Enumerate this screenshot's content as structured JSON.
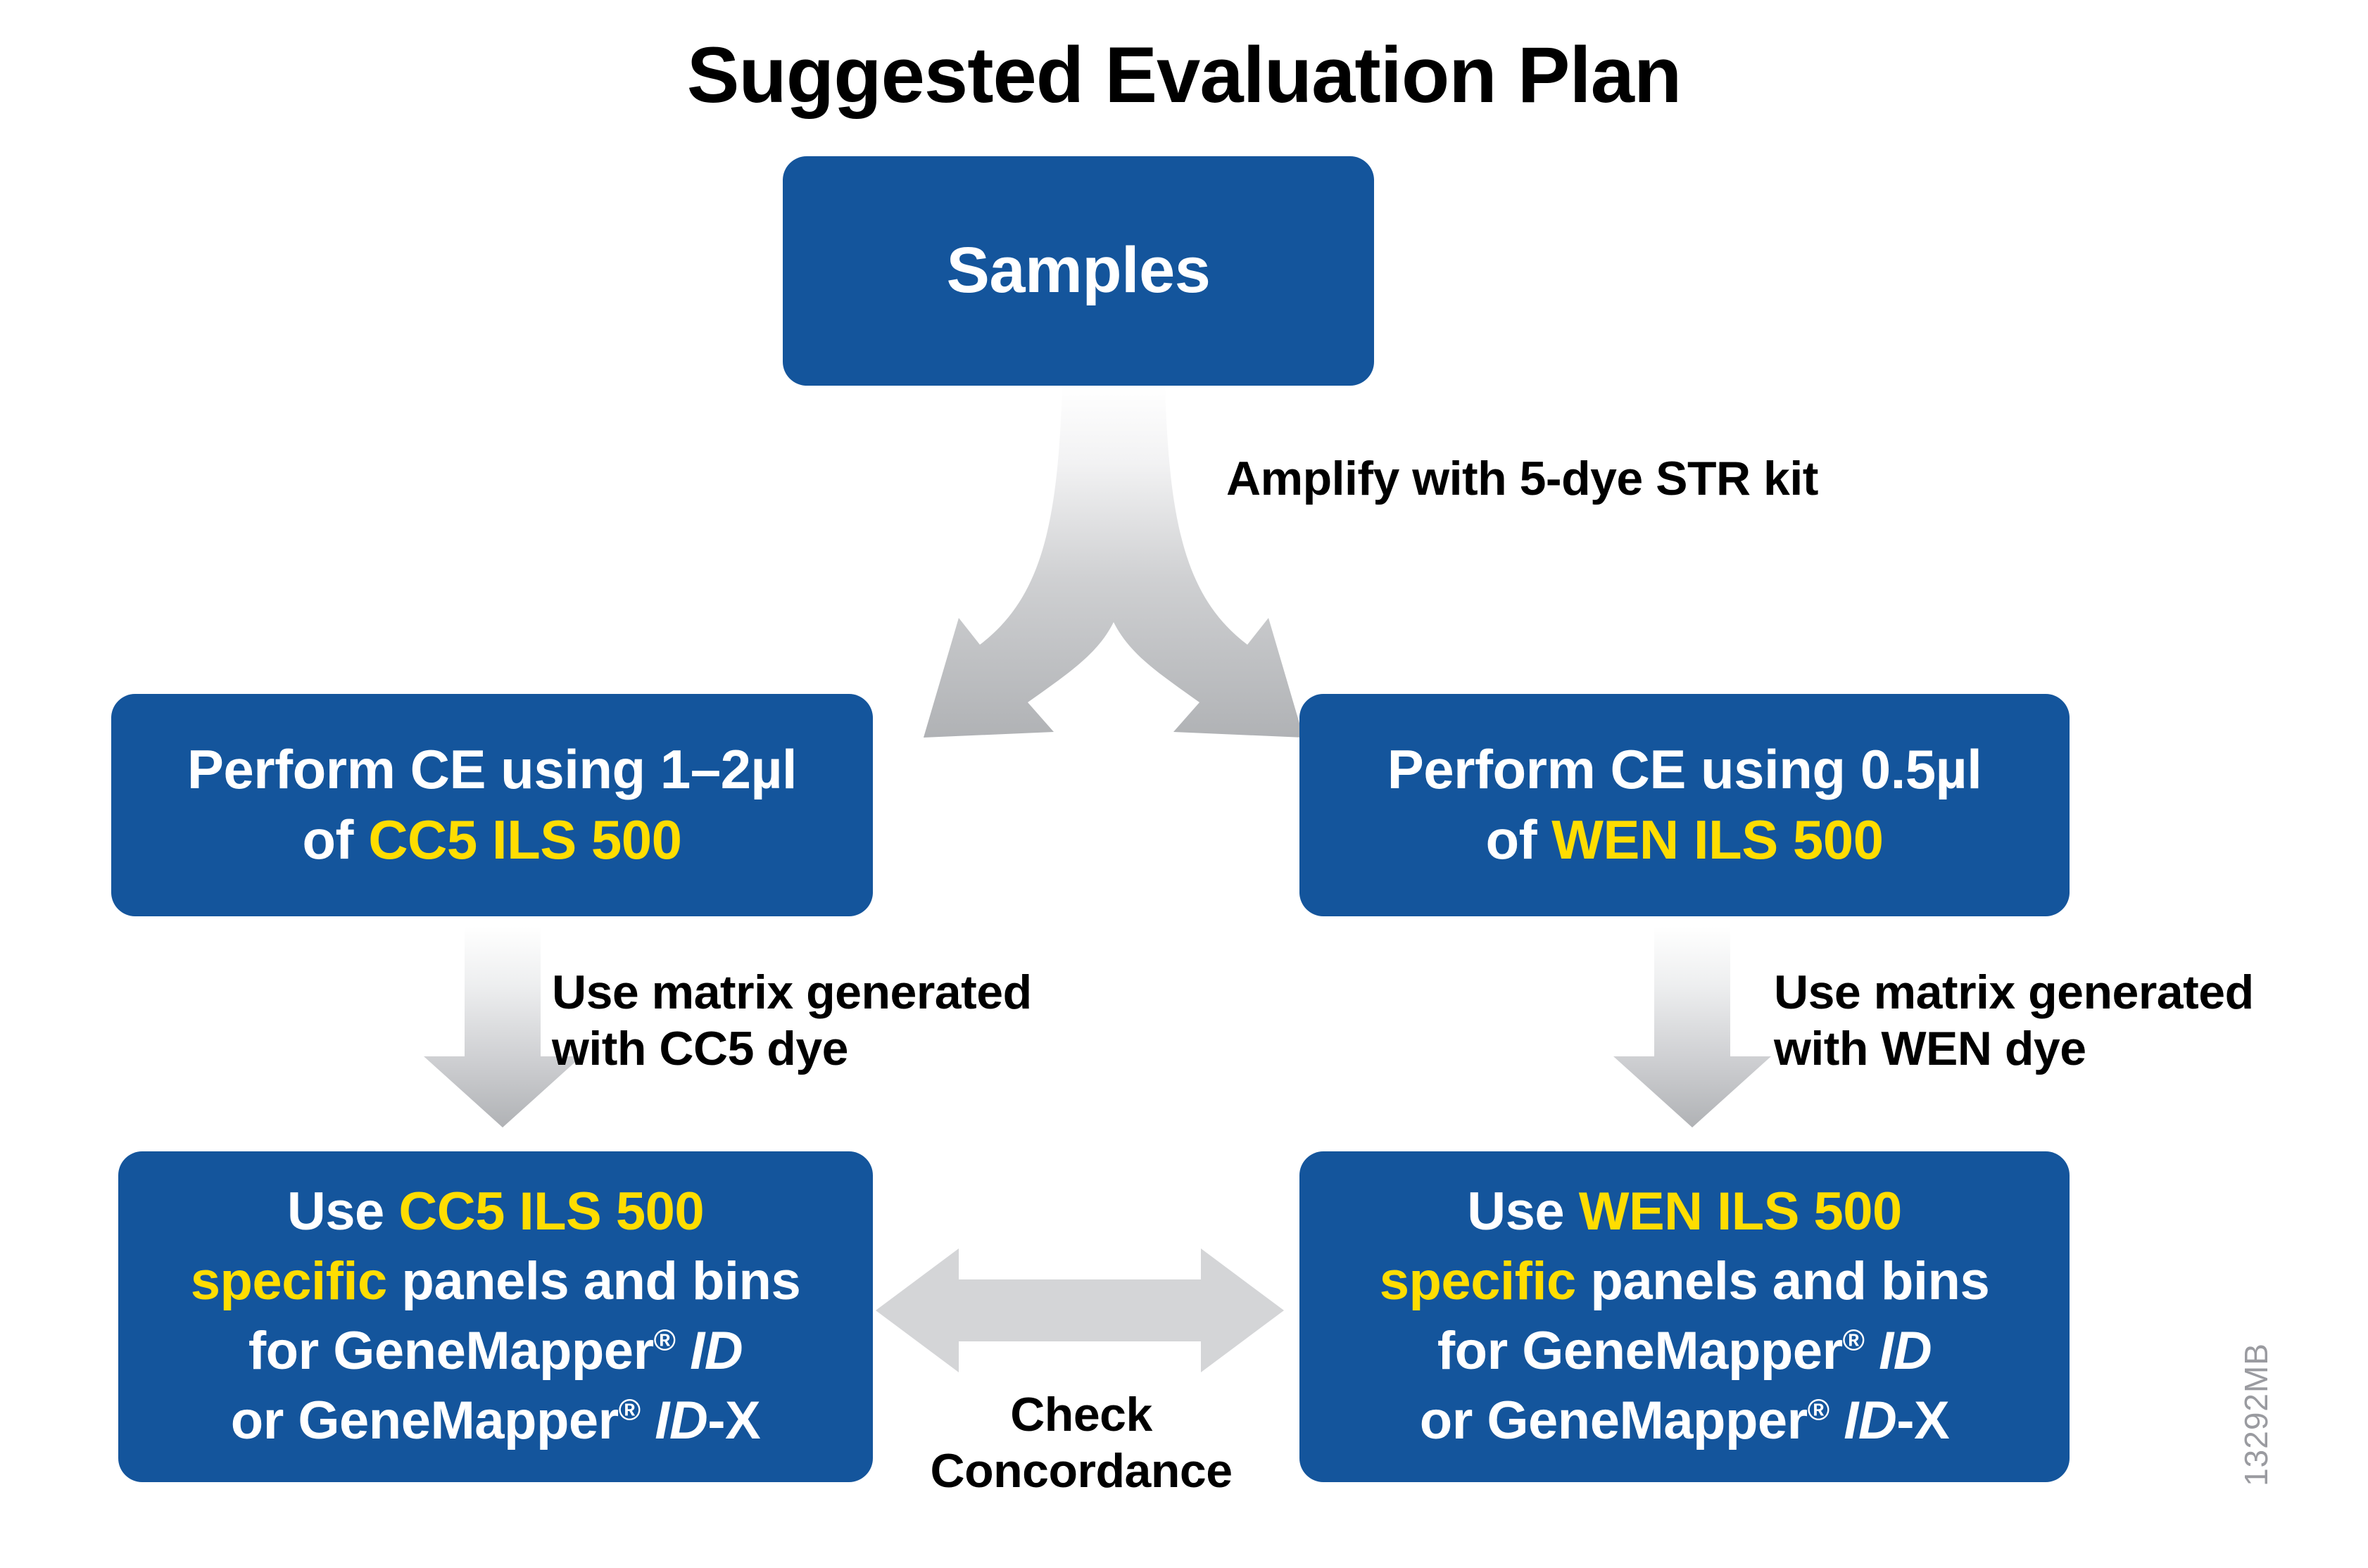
{
  "title": "Suggested Evaluation Plan",
  "colors": {
    "box_blue": "#14559C",
    "highlight_yellow": "#FFDD00",
    "arrow_gray": "#B0B2B5",
    "flat_arrow_gray": "#D4D5D7",
    "text_white": "#FFFFFF",
    "text_black": "#000000",
    "side_code_gray": "#9A9BA0",
    "background": "#FFFFFF"
  },
  "nodes": {
    "samples": {
      "label": "Samples"
    },
    "ce_left": {
      "line1": "Perform CE using 1–2µl",
      "line2_prefix": "of ",
      "line2_highlight": "CC5 ILS 500"
    },
    "ce_right": {
      "line1": "Perform CE using 0.5µl",
      "line2_prefix": "of ",
      "line2_highlight": "WEN ILS 500"
    },
    "panel_left": {
      "line1_prefix": "Use ",
      "line1_highlight": "CC5 ILS 500",
      "line2_highlight": "specific",
      "line2_rest": " panels and bins",
      "line3_prefix": "for GeneMapper",
      "line3_reg": "®",
      "line3_italic": "ID",
      "line4_prefix": "or GeneMapper",
      "line4_reg": "®",
      "line4_italic": "ID",
      "line4_suffix": "-X"
    },
    "panel_right": {
      "line1_prefix": "Use ",
      "line1_highlight": "WEN ILS 500",
      "line2_highlight": "specific",
      "line2_rest": " panels and bins",
      "line3_prefix": "for GeneMapper",
      "line3_reg": "®",
      "line3_italic": "ID",
      "line4_prefix": "or GeneMapper",
      "line4_reg": "®",
      "line4_italic": "ID",
      "line4_suffix": "-X"
    }
  },
  "connectors": {
    "amplify": "Amplify with 5-dye STR kit",
    "matrix_left_line1": "Use matrix generated",
    "matrix_left_line2": "with CC5 dye",
    "matrix_right_line1": "Use matrix generated",
    "matrix_right_line2": "with WEN dye",
    "concordance_line1": "Check",
    "concordance_line2": "Concordance"
  },
  "side_code": "13292MB"
}
